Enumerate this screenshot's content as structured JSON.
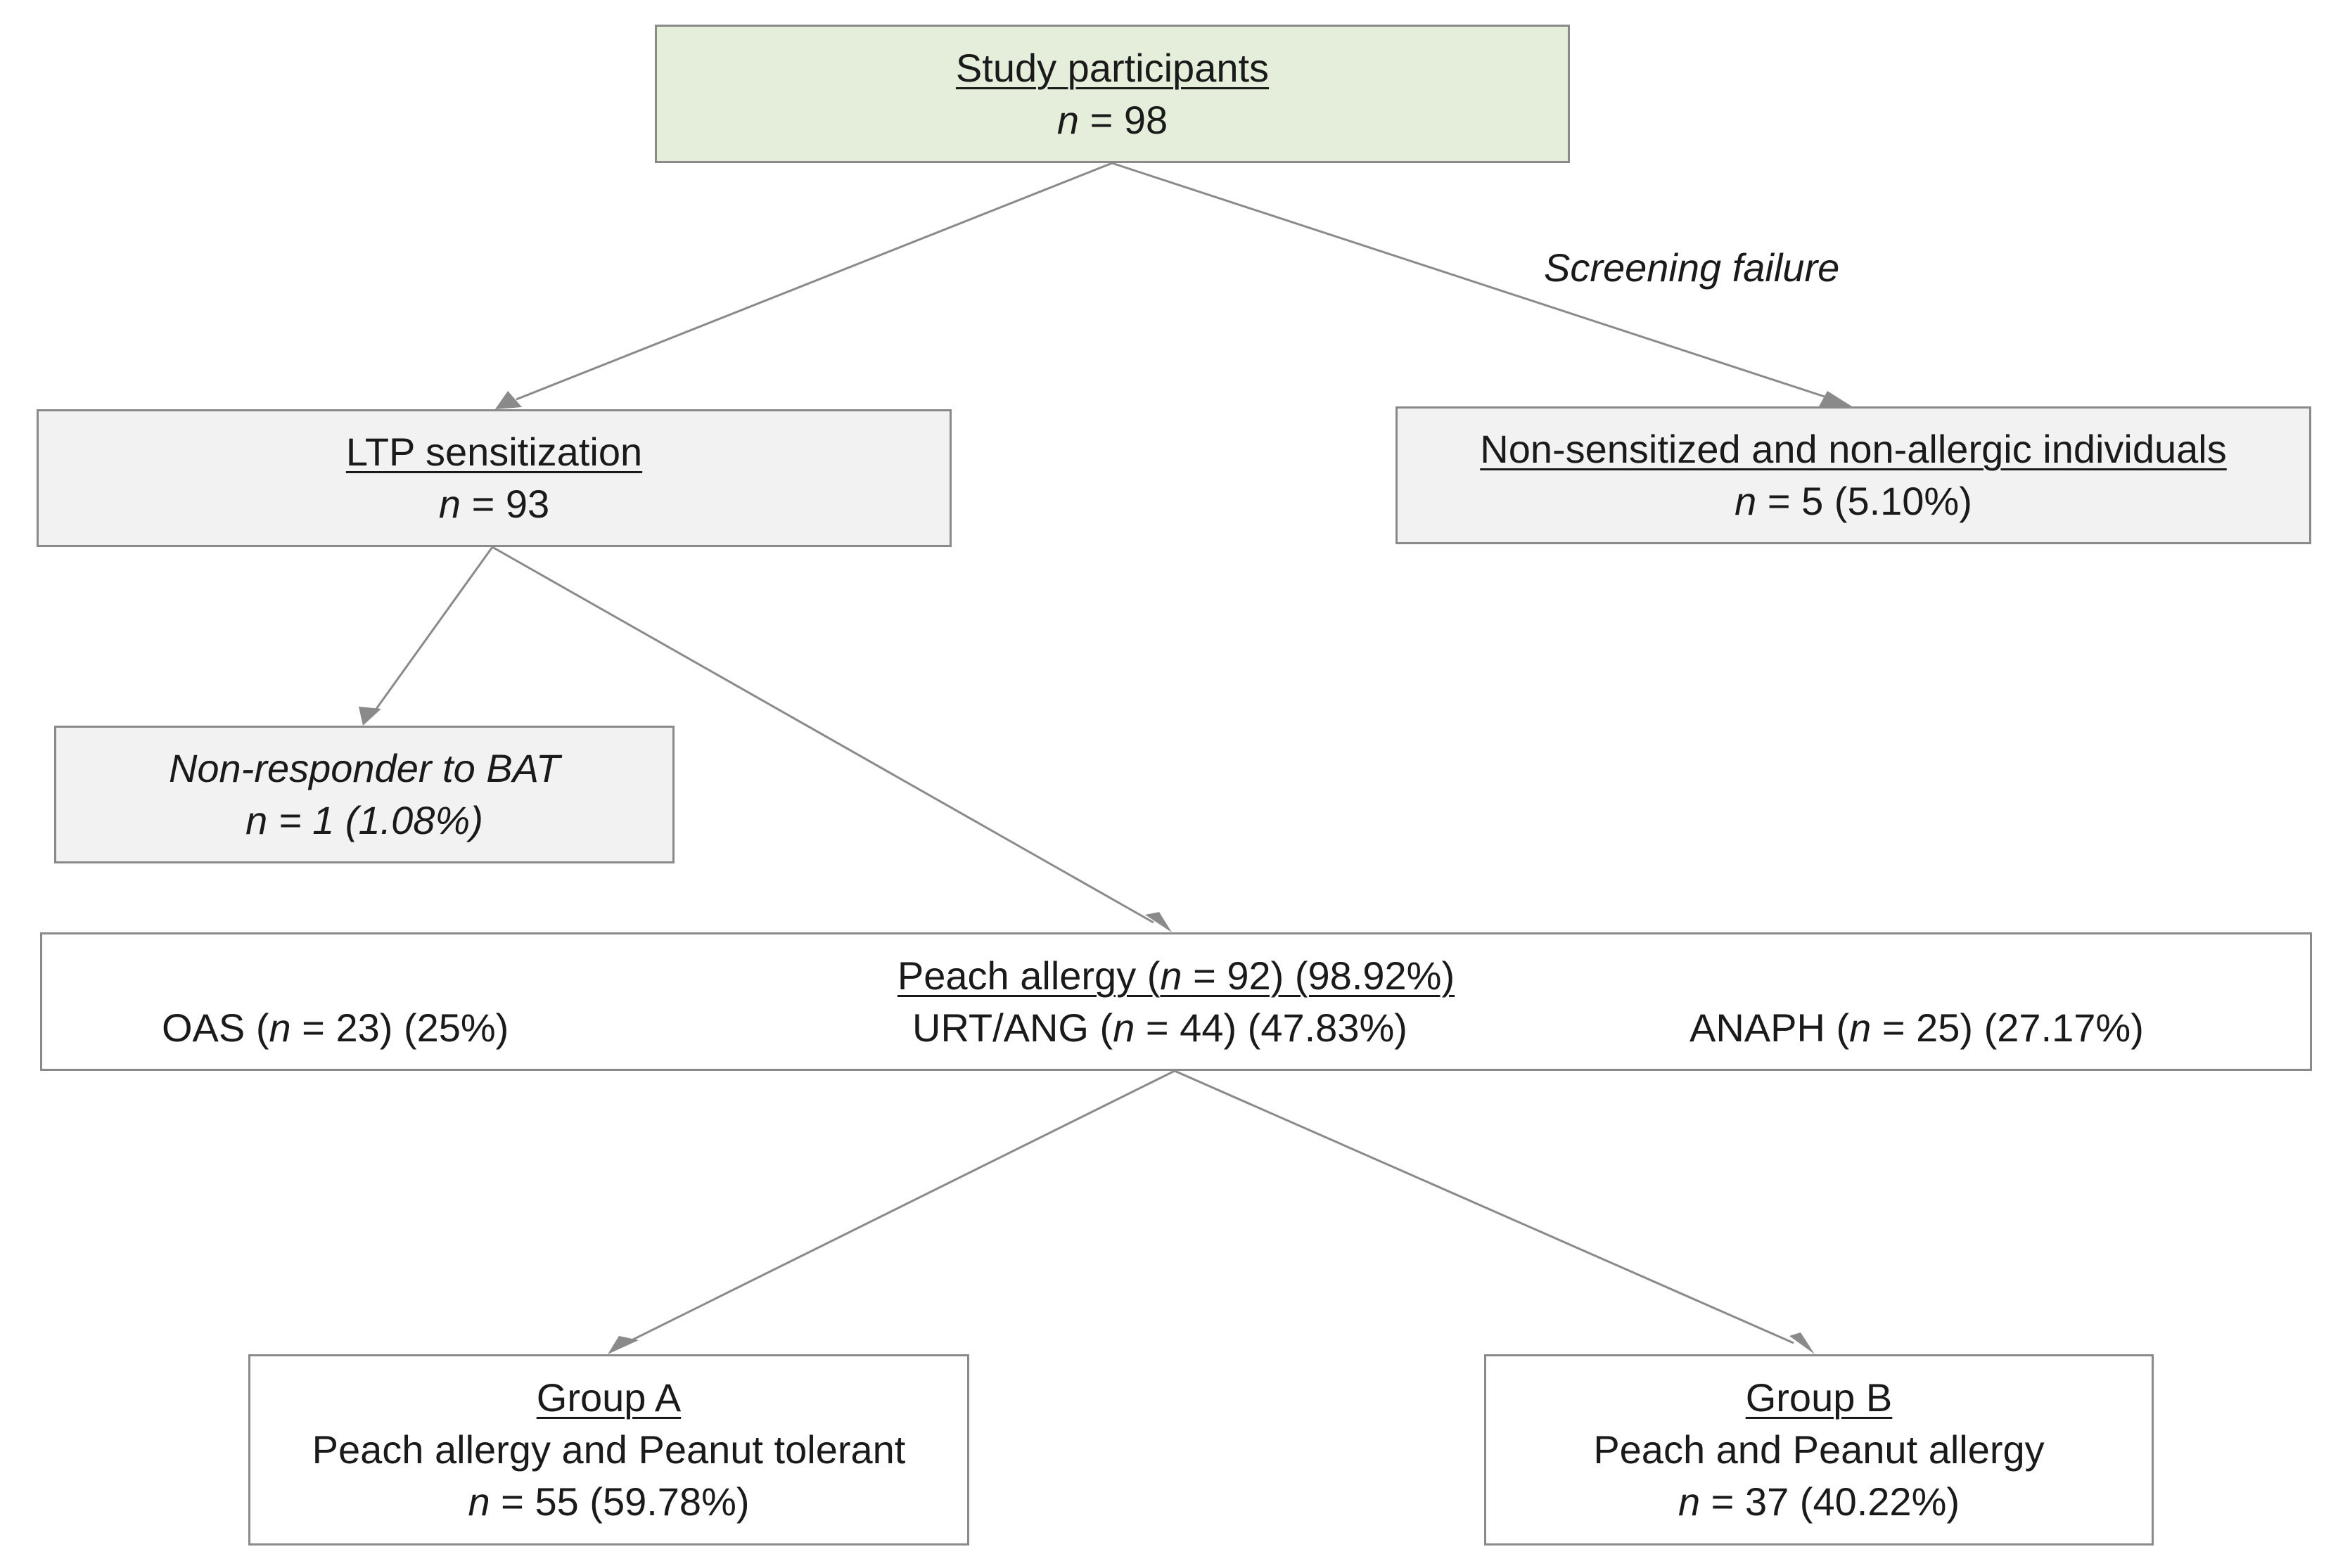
{
  "nodes": {
    "study": {
      "title": "Study participants",
      "n_label": "n",
      "n_rest": " = 98"
    },
    "ltp": {
      "title": "LTP sensitization",
      "n_label": "n",
      "n_rest": " = 93"
    },
    "nonsens": {
      "title": "Non-sensitized and non-allergic individuals",
      "n_label": "n",
      "n_rest": " = 5 (5.10%)"
    },
    "nonresp": {
      "line1": "Non-responder to BAT",
      "line2": "n = 1 (1.08%)"
    },
    "peach": {
      "title_pre": "Peach allergy (",
      "title_n": "n",
      "title_post": " = 92) (98.92%)",
      "oas_pre": "OAS (",
      "oas_n": "n",
      "oas_post": " = 23) (25%)",
      "urt_pre": "URT/ANG (",
      "urt_n": "n",
      "urt_post": " = 44) (47.83%)",
      "anaph_pre": "ANAPH (",
      "anaph_n": "n",
      "anaph_post": " = 25) (27.17%)"
    },
    "groupA": {
      "title": "Group A",
      "desc": "Peach allergy and Peanut tolerant",
      "n_label": "n",
      "n_rest": " = 55 (59.78%)"
    },
    "groupB": {
      "title": "Group B",
      "desc": "Peach and Peanut allergy",
      "n_label": "n",
      "n_rest": " = 37 (40.22%)"
    }
  },
  "edge_labels": {
    "screening": "Screening failure"
  },
  "colors": {
    "line": "#8a8a8a",
    "study_fill": "#e4eedb",
    "gray_fill": "#f2f2f2"
  }
}
